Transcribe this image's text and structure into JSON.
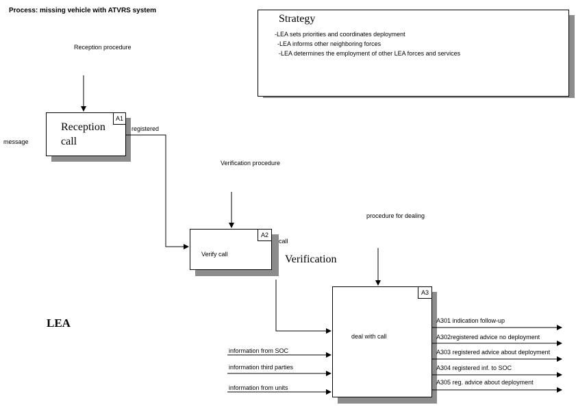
{
  "title": "Process: missing vehicle with ATVRS system",
  "strategy": {
    "heading": "Strategy",
    "items": [
      "-LEA sets priorities and coordinates deployment",
      "-LEA informs other neighboring forces",
      "-LEA determines the employment of other LEA forces and  services"
    ]
  },
  "boxes": {
    "a1": {
      "tag": "A1",
      "line1": "Reception",
      "line2": "call"
    },
    "a2": {
      "tag": "A2",
      "label": "Verify call"
    },
    "a3": {
      "tag": "A3",
      "label": "deal with call"
    }
  },
  "labels": {
    "message": "message",
    "reception_procedure": "Reception procedure",
    "registered": "registered",
    "verification_procedure": "Verification procedure",
    "call": "call",
    "verification": "Verification",
    "procedure_for_dealing": "procedure for dealing",
    "lea": "LEA"
  },
  "inputs": [
    "information from SOC",
    "information third parties",
    "information from units"
  ],
  "outputs": [
    "A301 indication follow-up",
    "A302registered advice no deployment",
    "A303 registered advice about deployment",
    "A304 registered inf. to SOC",
    "A305  reg. advice about deployment"
  ]
}
